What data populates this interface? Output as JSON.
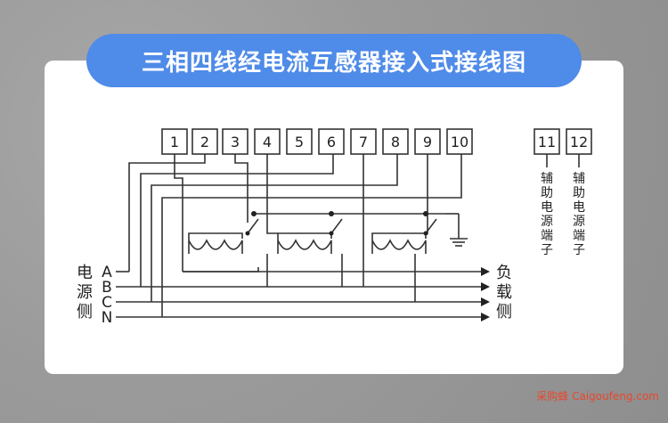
{
  "title": "三相四线经电流互感器接入式接线图",
  "terminals": [
    "1",
    "2",
    "3",
    "4",
    "5",
    "6",
    "7",
    "8",
    "9",
    "10"
  ],
  "aux_terminals": [
    "11",
    "12"
  ],
  "aux_label_11": "辅助电源端子",
  "aux_label_12": "辅助电源端子",
  "source_label": "电源侧",
  "load_label": "负载侧",
  "phases": [
    "A",
    "B",
    "C",
    "N"
  ],
  "footer": "采购蜂 Caigoufeng.com"
}
